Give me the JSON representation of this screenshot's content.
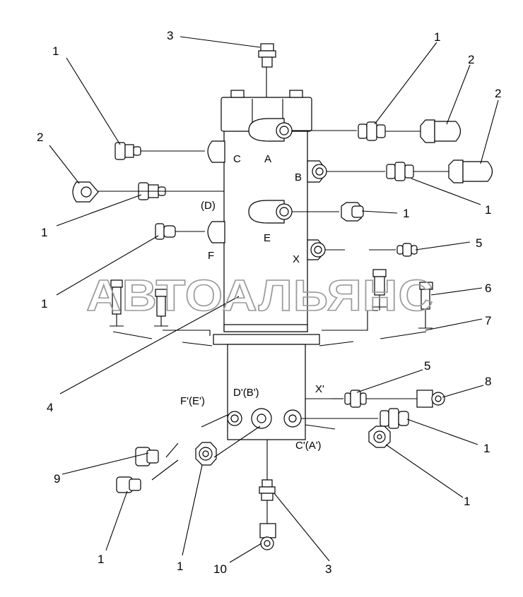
{
  "watermark": "АВТОАЛЬЯНС",
  "callouts": [
    "1",
    "2",
    "3",
    "4",
    "5",
    "6",
    "7",
    "8",
    "9",
    "10"
  ],
  "ports": {
    "A": "A",
    "B": "B",
    "C": "C",
    "D": "(D)",
    "E": "E",
    "F": "F",
    "X": "X",
    "X_prime": "X'",
    "D_B_prime": "D'(B')",
    "F_E_prime": "F'(E')",
    "C_A_prime": "C'(A')"
  }
}
